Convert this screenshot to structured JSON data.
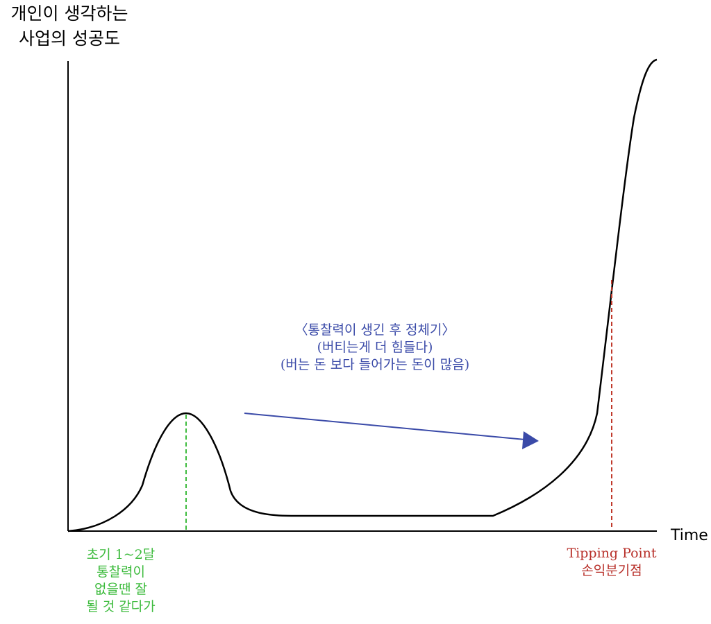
{
  "axes": {
    "y_label": [
      "개인이 생각하는",
      "사업의 성공도"
    ],
    "x_label": "Time"
  },
  "annotations": {
    "early": {
      "lines": [
        "초기 1~2달",
        "통찰력이",
        "없을땐 잘",
        "될 것 같다가"
      ],
      "color": "#3dbb3d"
    },
    "plateau": {
      "lines": [
        "〈통찰력이 생긴 후 정체기〉",
        "(버티는게 더 힘들다)",
        "(버는 돈 보다 들어가는 돈이 많음)"
      ],
      "color": "#3a4aa8"
    },
    "tipping": {
      "lines": [
        "Tipping Point",
        "손익분기점"
      ],
      "color": "#b8302a"
    }
  },
  "colors": {
    "axis": "#000000",
    "curve": "#000000",
    "arrow": "#3a4aa8",
    "early_marker": "#3dbb3d",
    "tipping_marker": "#c0392b"
  }
}
